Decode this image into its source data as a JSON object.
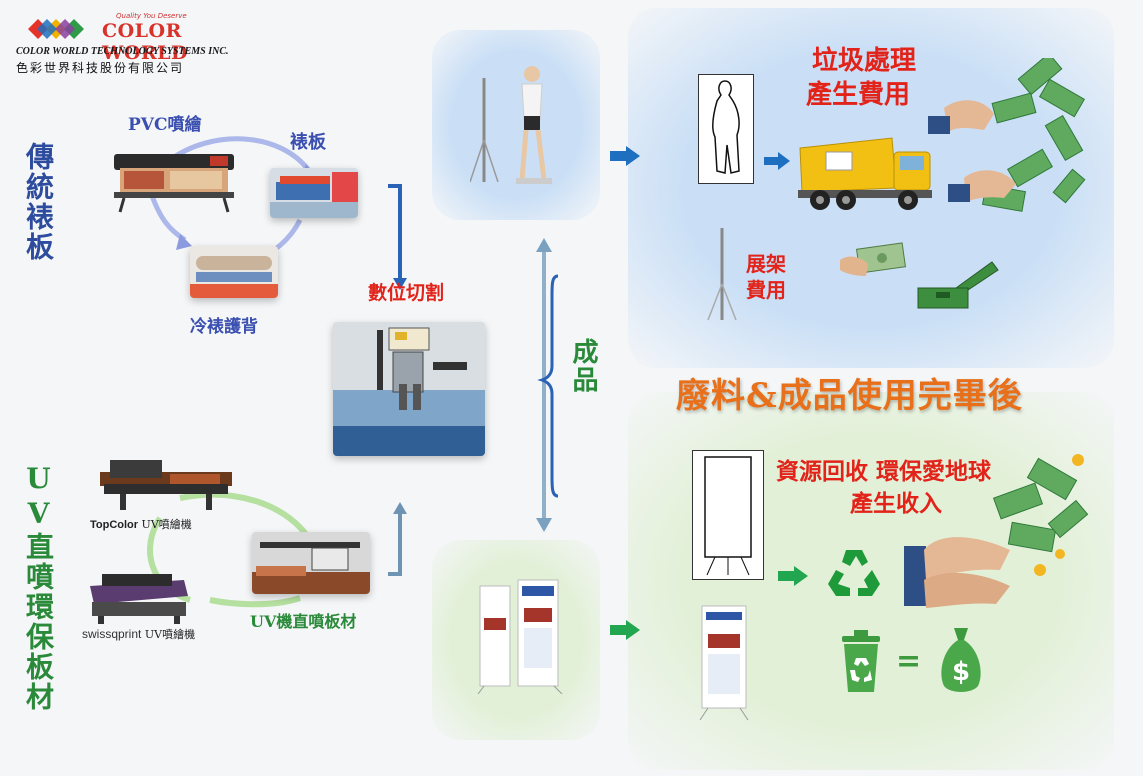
{
  "logo": {
    "brand_top": "Quality You Deserve",
    "brand_name": "COLOR WORLD",
    "company_en": "COLOR WORLD TECHNOLOGY SYSTEMS INC.",
    "company_zh": "色彩世界科技股份有限公司"
  },
  "left": {
    "traditional_title": "傳統裱板",
    "uv_title": "UV直噴環保板材",
    "pvc_label": "PVC噴繪",
    "mount_label": "裱板",
    "cold_label": "冷裱護背",
    "cutting_label": "數位切割",
    "topcolor_brand": "TopColor",
    "topcolor_suffix": " UV噴繪機",
    "swiss_brand": "swissqprint",
    "swiss_suffix": " UV噴繪機",
    "uv_board_label": "UV機直噴板材"
  },
  "center": {
    "product_label": "成品"
  },
  "right": {
    "waste_title_1": "垃圾處理",
    "waste_title_2": "產生費用",
    "stand_label_1": "展架",
    "stand_label_2": "費用",
    "after_use": "廢料&成品使用完畢後",
    "recycle_1": "資源回收 環保愛地球",
    "recycle_2": "產生收入",
    "equals": "="
  },
  "colors": {
    "red": "#e2231a",
    "green": "#2a8a3a",
    "blue_title": "#2e4c9e",
    "arrow_blue": "#1f6fc0",
    "arrow_green": "#22a650",
    "orange_title": "#e8701a"
  },
  "icons": [
    "recycle-icon",
    "trash-recycle-icon",
    "money-bag-icon",
    "truck-icon",
    "money-hands-icon"
  ]
}
